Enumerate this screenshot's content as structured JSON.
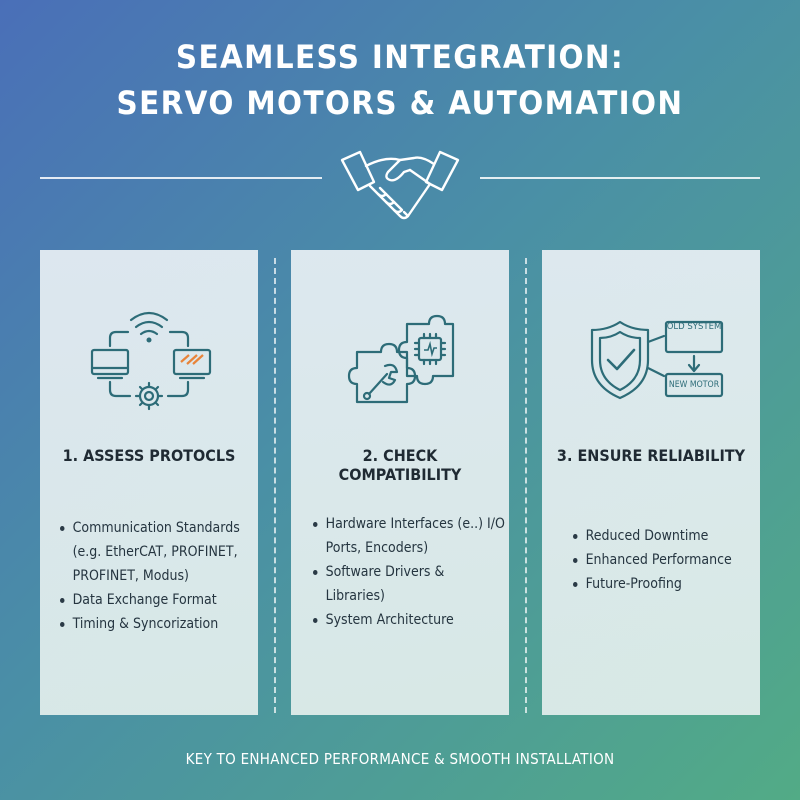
{
  "header": {
    "title_line1": "SEAMLESS INTEGRATION:",
    "title_line2": "SERVO MOTORS & AUTOMATION",
    "icon": "handshake-icon"
  },
  "cards": [
    {
      "title": "1. ASSESS PROTOCLS",
      "icon": "network-devices-icon",
      "bullets": [
        "Communication Standards (e.g. EtherCAT, PROFINET, PROFINET, Modus)",
        "Data Exchange Format",
        "Timing & Syncorization"
      ]
    },
    {
      "title": "2. CHECK COMPATIBILITY",
      "icon": "puzzle-pieces-icon",
      "bullets": [
        "Hardware Interfaces (e..) I/O Ports, Encoders)",
        "Software Drivers & Libraries)",
        "System Architecture"
      ]
    },
    {
      "title": "3. ENSURE RELIABILITY",
      "icon": "shield-check-icon",
      "diagram": {
        "top_box": "OLD SYSTEM",
        "bottom_box": "NEW MOTOR"
      },
      "bullets": [
        "Reduced Downtime",
        "Enhanced Performance",
        "Future-Proofing"
      ]
    }
  ],
  "footer": {
    "text": "KEY TO ENHANCED PERFORMANCE & SMOOTH INSTALLATION"
  },
  "colors": {
    "gradient_start": "#4a6fb8",
    "gradient_end": "#52ab86",
    "icon_stroke": "#2d6c78",
    "accent_orange": "#e8843a"
  }
}
